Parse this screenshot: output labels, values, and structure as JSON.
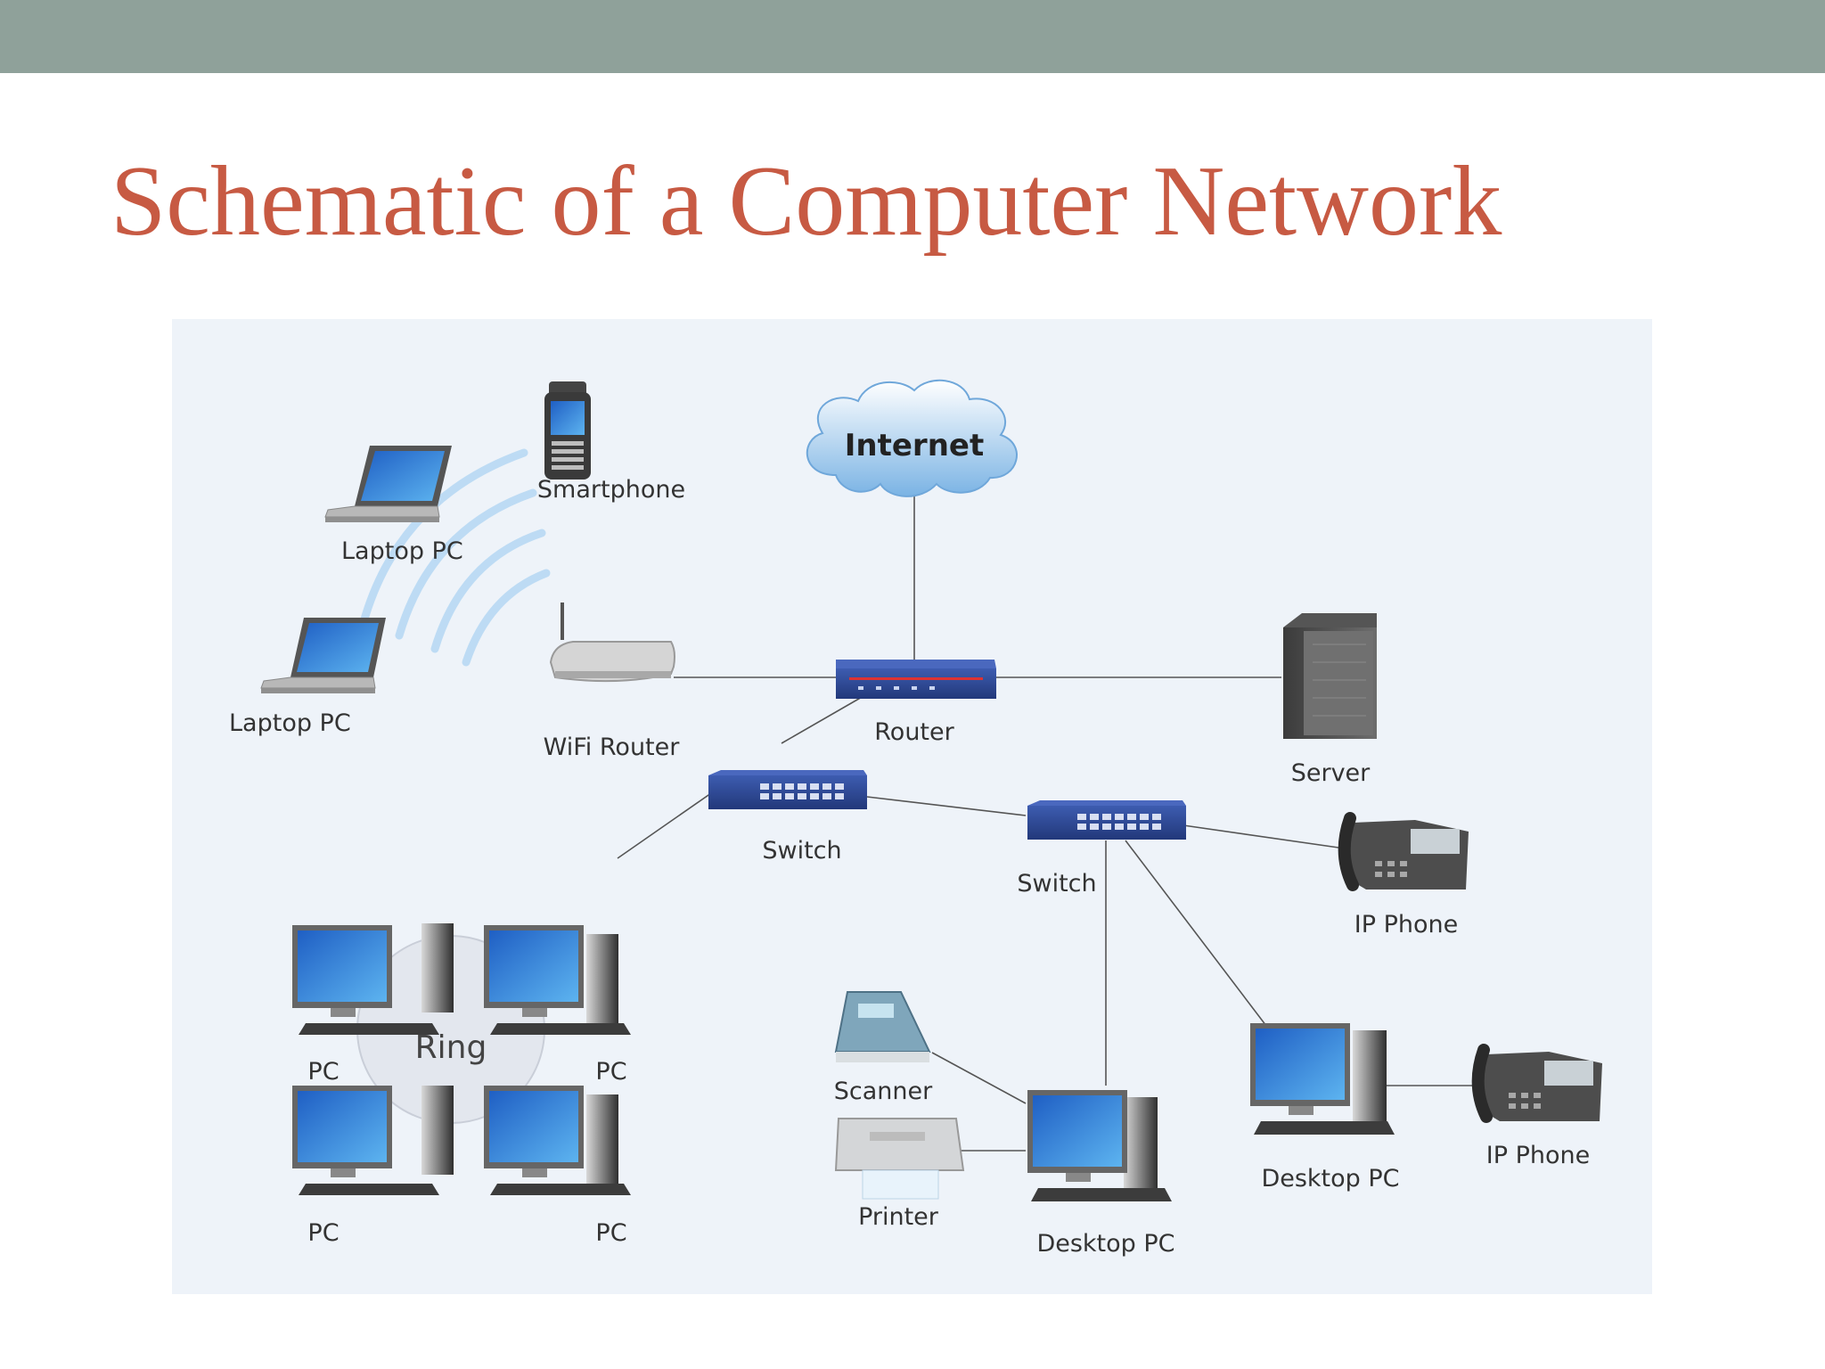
{
  "slide": {
    "title": "Schematic of a Computer Network",
    "colors": {
      "topbar": "#8fa19a",
      "title": "#c75a43",
      "panel": "#eef3f9",
      "device_blue": "#2d4a9a",
      "screen_blue": "#2b7fd6"
    }
  },
  "diagram": {
    "cloud": {
      "label": "Internet",
      "icon": "cloud-icon"
    },
    "ring_label": "Ring",
    "devices": {
      "smartphone": {
        "label": "Smartphone",
        "icon": "smartphone-icon"
      },
      "laptop_top": {
        "label": "Laptop PC",
        "icon": "laptop-icon"
      },
      "laptop_bottom": {
        "label": "Laptop PC",
        "icon": "laptop-icon"
      },
      "wifi_router": {
        "label": "WiFi Router",
        "icon": "wifi-router-icon"
      },
      "router": {
        "label": "Router",
        "icon": "router-icon"
      },
      "server": {
        "label": "Server",
        "icon": "server-icon"
      },
      "switch_left": {
        "label": "Switch",
        "icon": "switch-icon"
      },
      "switch_right": {
        "label": "Switch",
        "icon": "switch-icon"
      },
      "ip_phone_top": {
        "label": "IP Phone",
        "icon": "ip-phone-icon"
      },
      "ip_phone_bottom": {
        "label": "IP Phone",
        "icon": "ip-phone-icon"
      },
      "pc_top_left": {
        "label": "PC",
        "icon": "desktop-pc-icon"
      },
      "pc_top_right": {
        "label": "PC",
        "icon": "desktop-pc-icon"
      },
      "pc_bottom_left": {
        "label": "PC",
        "icon": "desktop-pc-icon"
      },
      "pc_bottom_right": {
        "label": "PC",
        "icon": "desktop-pc-icon"
      },
      "scanner": {
        "label": "Scanner",
        "icon": "scanner-icon"
      },
      "printer": {
        "label": "Printer",
        "icon": "printer-icon"
      },
      "desktop_center": {
        "label": "Desktop PC",
        "icon": "desktop-pc-icon"
      },
      "desktop_right": {
        "label": "Desktop PC",
        "icon": "desktop-pc-icon"
      }
    },
    "connections": [
      [
        "cloud",
        "router"
      ],
      [
        "wifi_router",
        "router"
      ],
      [
        "router",
        "server"
      ],
      [
        "router",
        "switch_left"
      ],
      [
        "switch_left",
        "switch_right"
      ],
      [
        "switch_left",
        "pc_top_right"
      ],
      [
        "switch_right",
        "ip_phone_top"
      ],
      [
        "switch_right",
        "desktop_center"
      ],
      [
        "switch_right",
        "desktop_right"
      ],
      [
        "scanner",
        "desktop_center"
      ],
      [
        "printer",
        "desktop_center"
      ],
      [
        "desktop_right",
        "ip_phone_bottom"
      ]
    ]
  }
}
